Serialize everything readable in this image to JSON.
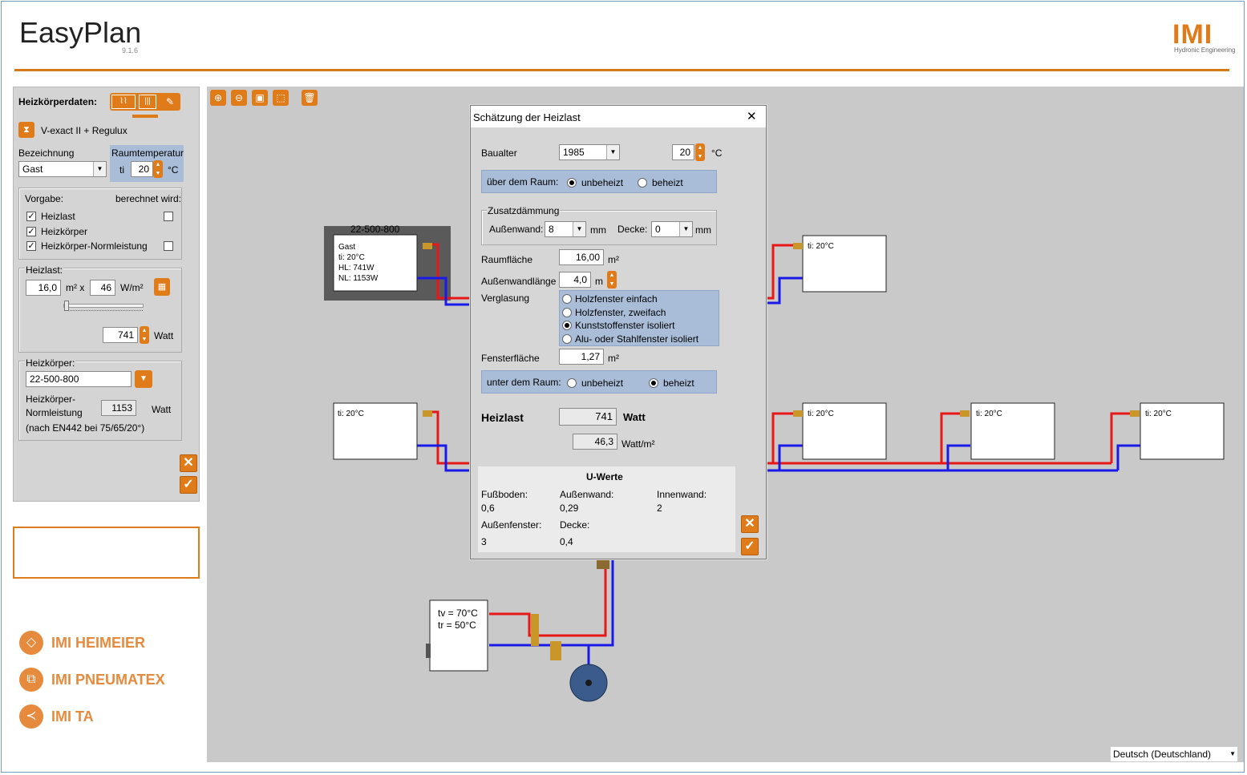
{
  "app": {
    "title": "EasyPlan",
    "version": "9.1.6"
  },
  "logo": {
    "brand": "IMI",
    "subtitle": "Hydronic Engineering"
  },
  "left_panel": {
    "header": "Heizkörperdaten:",
    "product": "V-exact II + Regulux",
    "bezeichnung_label": "Bezeichnung",
    "bezeichnung_value": "Gast",
    "raumtemp_label": "Raumtemperatur",
    "ti_label": "ti",
    "ti_value": "20",
    "unit_celsius": "°C",
    "vorgabe_label": "Vorgabe:",
    "berechnet_label": "berechnet wird:",
    "checks": [
      {
        "label": "Heizlast",
        "checked": true,
        "computed": false
      },
      {
        "label": "Heizkörper",
        "checked": true
      },
      {
        "label": "Heizkörper-Normleistung",
        "checked": true,
        "computed": false
      }
    ],
    "heizlast_label": "Heizlast:",
    "area_value": "16,0",
    "area_unit": "m² x",
    "wpm_value": "46",
    "wpm_unit": "W/m²",
    "watt_value": "741",
    "watt_unit": "Watt",
    "heizkoerper_label": "Heizkörper:",
    "heizkoerper_value": "22-500-800",
    "normleistung_label_1": "Heizkörper-",
    "normleistung_label_2": "Normleistung",
    "normleistung_value": "1153",
    "normleistung_unit": "Watt",
    "norm_note": "(nach EN442 bei 75/65/20°)"
  },
  "brands": [
    "IMI HEIMEIER",
    "IMI PNEUMATEX",
    "IMI TA"
  ],
  "language": "Deutsch (Deutschland)",
  "diagram": {
    "selected_label": "22-500-800",
    "selected_info": [
      "Gast",
      "ti: 20°C",
      "HL: 741W",
      "NL: 1153W"
    ],
    "radiator_label": "ti: 20°C",
    "boiler_lines": [
      "tv = 70°C",
      "tr = 50°C"
    ]
  },
  "dialog": {
    "title": "Schätzung der Heizlast",
    "close": "✕",
    "baualter_label": "Baualter",
    "baualter_value": "1985",
    "temp_value": "20",
    "temp_unit": "°C",
    "ueber_label": "über dem Raum:",
    "opt_unbeheizt": "unbeheizt",
    "opt_beheizt": "beheizt",
    "zusatz_label": "Zusatzdämmung",
    "aussenwand_label": "Außenwand:",
    "aussenwand_value": "8",
    "mm": "mm",
    "decke_label": "Decke:",
    "decke_value": "0",
    "raumflaeche_label": "Raumfläche",
    "raumflaeche_value": "16,00",
    "m2": "m²",
    "aussenwandlaenge_label": "Außenwandlänge",
    "aussenwandlaenge_value": "4,0",
    "m": "m",
    "verglasung_label": "Verglasung",
    "verglasung_options": [
      "Holzfenster einfach",
      "Holzfenster, zweifach",
      "Kunststoffenster isoliert",
      "Alu- oder Stahlfenster isoliert"
    ],
    "fensterflaeche_label": "Fensterfläche",
    "fensterflaeche_value": "1,27",
    "unter_label": "unter dem Raum:",
    "heizlast_label": "Heizlast",
    "heizlast_value": "741",
    "watt": "Watt",
    "wpm_value": "46,3",
    "wpm_unit": "Watt/m²",
    "uwerte_title": "U-Werte",
    "fussboden_label": "Fußboden:",
    "fussboden_value": "0,6",
    "aussenwand2_label": "Außenwand:",
    "aussenwand2_value": "0,29",
    "innenwand_label": "Innenwand:",
    "innenwand_value": "2",
    "aussenfenster_label": "Außenfenster:",
    "aussenfenster_value": "3",
    "decke2_label": "Decke:",
    "decke2_value": "0,4"
  },
  "colors": {
    "accent": "#e07b1a",
    "supply": "#e81818",
    "return": "#1a1ae8",
    "canvas": "#c9c9c9",
    "blue_group": "#a9bdd8"
  }
}
